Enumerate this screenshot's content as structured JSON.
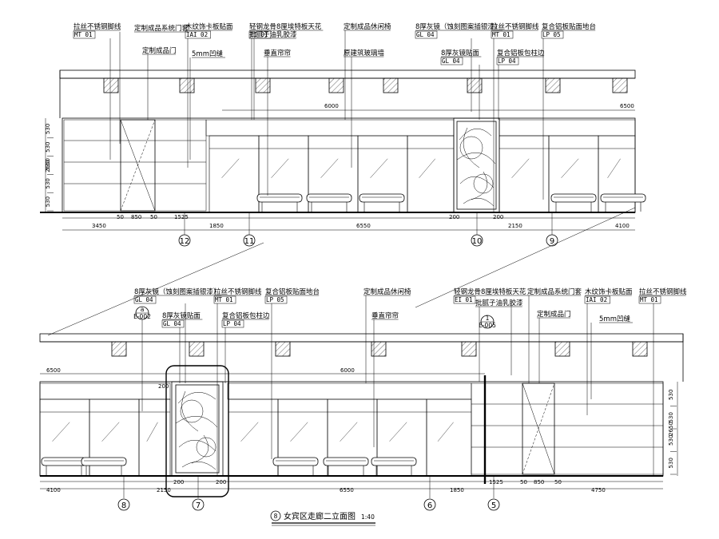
{
  "title": {
    "name": "女宾区走廊二立面图",
    "scale": "1:40",
    "index_mark": "8"
  },
  "callout_marks": [
    {
      "top": "a",
      "bottom": "E-002"
    },
    {
      "top": "1",
      "bottom": "E-005"
    }
  ],
  "elevations": [
    {
      "id": "upper",
      "labels": [
        {
          "text": "拉丝不锈钢脚线",
          "code": "MT 01"
        },
        {
          "text": "定制成品系统门套",
          "code": ""
        },
        {
          "text": "木纹饰卡板贴面",
          "code": "IAI 02"
        },
        {
          "text": "定制成品门",
          "code": ""
        },
        {
          "text": "5mm凹缝",
          "code": ""
        },
        {
          "text": "轻钢龙骨8厘埃特板天花",
          "code": "EI 01"
        },
        {
          "text": "批腻子油乳胶漆",
          "code": ""
        },
        {
          "text": "垂直帘帘",
          "code": ""
        },
        {
          "text": "定制成品休闲椅",
          "code": ""
        },
        {
          "text": "原建筑玻璃墙",
          "code": ""
        },
        {
          "text": "8厚灰镜（蚀刻图案插银漆）",
          "code": "GL 04"
        },
        {
          "text": "拉丝不锈钢脚线",
          "code": "MT 01"
        },
        {
          "text": "复合铝板贴面地台",
          "code": "LP 05"
        },
        {
          "text": "8厚灰镜贴面",
          "code": "GL 04"
        },
        {
          "text": "复合铝板包柱边",
          "code": "LP 04"
        }
      ],
      "vdims": [
        "530",
        "530",
        "530",
        "2650",
        "530",
        "530"
      ],
      "top_dims": [
        "6000",
        "6500"
      ],
      "segment_dims": [
        "50",
        "850",
        "50",
        "1525",
        "200",
        "200"
      ],
      "overall_dims": [
        "3450",
        "1850",
        "6550",
        "2150",
        "4100"
      ],
      "axes": [
        "12",
        "11",
        "10",
        "9"
      ]
    },
    {
      "id": "lower",
      "labels": [
        {
          "text": "8厚灰镜（蚀刻图案插银漆）",
          "code": "GL 04"
        },
        {
          "text": "拉丝不锈钢脚线",
          "code": "MT 01"
        },
        {
          "text": "复合铝板贴面地台",
          "code": "LP 05"
        },
        {
          "text": "8厚灰镜贴面",
          "code": "GL 04"
        },
        {
          "text": "复合铝板包柱边",
          "code": "LP 04"
        },
        {
          "text": "定制成品休闲椅",
          "code": ""
        },
        {
          "text": "垂直帘帘",
          "code": ""
        },
        {
          "text": "轻钢龙骨8厘埃特板天花",
          "code": "EI 01"
        },
        {
          "text": "批腻子油乳胶漆",
          "code": ""
        },
        {
          "text": "定制成品系统门套",
          "code": ""
        },
        {
          "text": "定制成品门",
          "code": ""
        },
        {
          "text": "木纹饰卡板贴面",
          "code": "IAI 02"
        },
        {
          "text": "5mm凹缝",
          "code": ""
        },
        {
          "text": "拉丝不锈钢脚线",
          "code": "MT 01"
        }
      ],
      "vdims": [
        "530",
        "530",
        "530",
        "2650",
        "530"
      ],
      "top_dims": [
        "6500",
        "6000"
      ],
      "segment_dims": [
        "200",
        "200",
        "200",
        "1525",
        "50",
        "850",
        "50"
      ],
      "overall_dims": [
        "4100",
        "2150",
        "6550",
        "1850",
        "4750"
      ],
      "axes": [
        "8",
        "7",
        "6",
        "5"
      ]
    }
  ]
}
